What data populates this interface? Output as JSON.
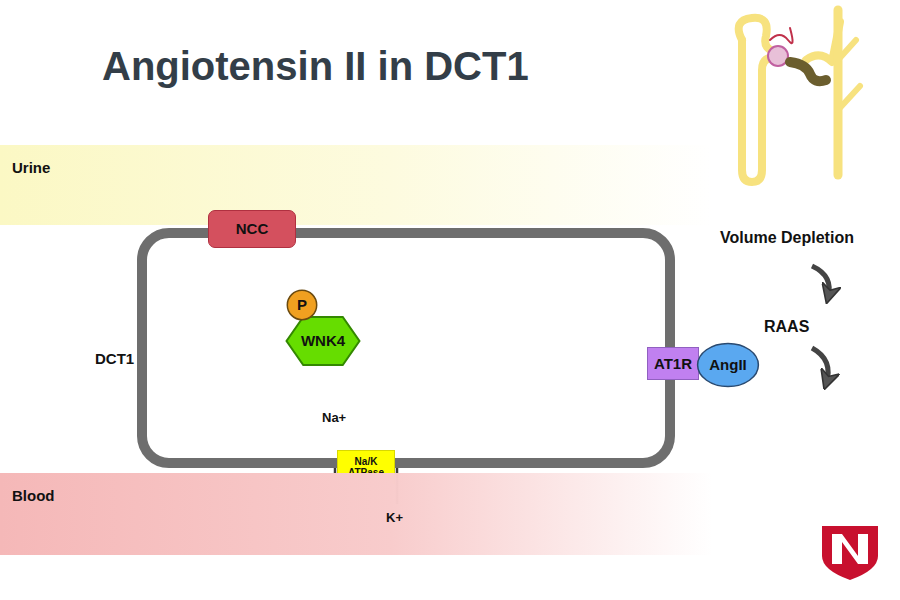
{
  "diagram": {
    "title": "Angiotensin II in DCT1",
    "nodes": [
      {
        "text": [
          "Urine"
        ]
      },
      {
        "text": [
          "DCT1"
        ]
      },
      {
        "text": [
          "NCC"
        ],
        "in": 1
      },
      {
        "text": [
          "WNK4"
        ],
        "in": 1
      },
      {
        "text": [
          "P"
        ],
        "in": 1
      },
      {
        "text": [
          "AT1R"
        ],
        "in": 1
      },
      {
        "text": [
          "AngII"
        ]
      },
      {
        "text": [
          "Na/K ATPase"
        ],
        "in": 1
      },
      {
        "text": [
          "Blood"
        ]
      }
    ],
    "labels": [
      "Volume Depletion",
      "RAAS",
      "Na+",
      "K+"
    ]
  }
}
